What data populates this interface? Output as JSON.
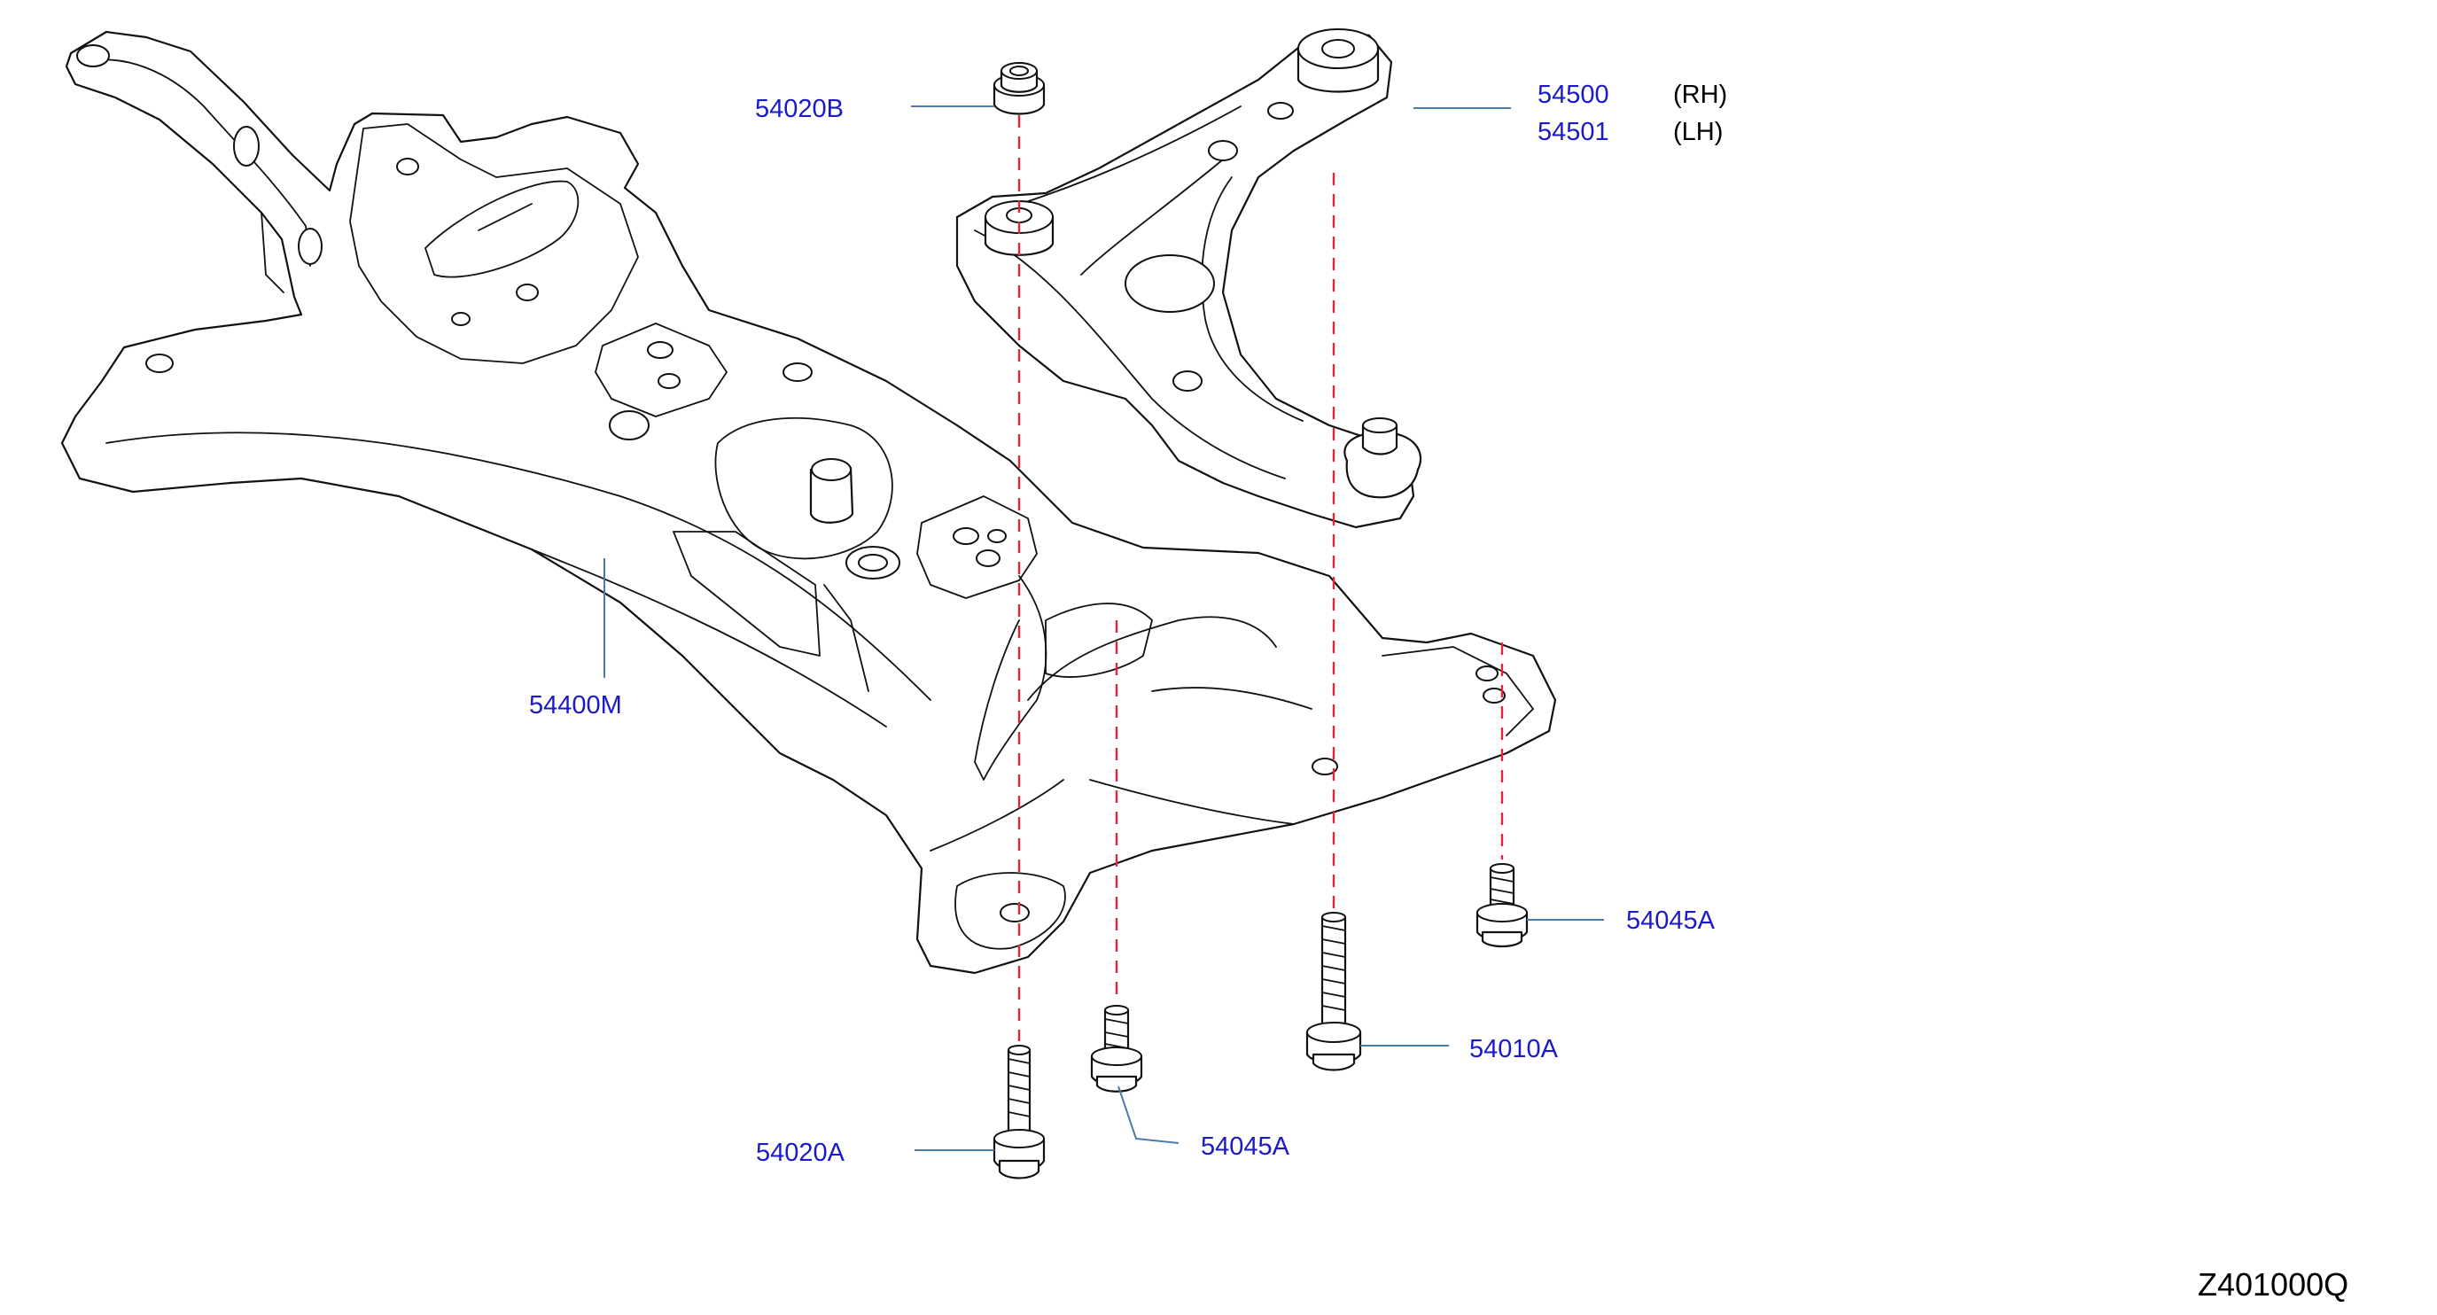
{
  "diagram": {
    "type": "exploded parts diagram",
    "figure_code": "Z401000Q",
    "colors": {
      "callout_text": "#1a1acc",
      "leader_line": "#4a7aa8",
      "assembly_axis": "#e0263a",
      "outline": "#111111"
    }
  },
  "callouts": {
    "crossmember": "54400M",
    "arm_nut": "54020B",
    "arm_rh_part": "54500",
    "arm_rh_side": "(RH)",
    "arm_lh_part": "54501",
    "arm_lh_side": "(LH)",
    "bolt_front": "54020A",
    "bolt_short_center": "54045A",
    "bolt_long": "54010A",
    "bolt_short_right": "54045A"
  }
}
